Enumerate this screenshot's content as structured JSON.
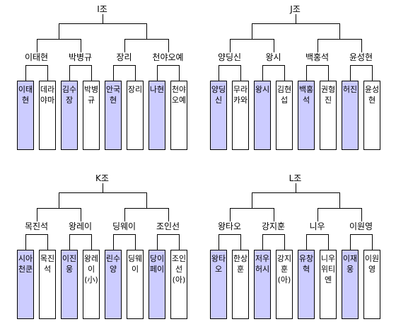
{
  "groups": [
    {
      "title": "I조",
      "semifinals": [
        {
          "winner": "이태현",
          "players": [
            {
              "name": "이태현",
              "winner": true
            },
            {
              "name": "데라야마",
              "winner": false
            }
          ]
        },
        {
          "winner": "박병규",
          "players": [
            {
              "name": "김수장",
              "winner": true
            },
            {
              "name": "박병규",
              "winner": false
            }
          ]
        },
        {
          "winner": "장리",
          "players": [
            {
              "name": "안국현",
              "winner": true
            },
            {
              "name": "장리",
              "winner": false
            }
          ]
        },
        {
          "winner": "천야오예",
          "players": [
            {
              "name": "나현",
              "winner": true
            },
            {
              "name": "천야오예",
              "winner": false
            }
          ]
        }
      ]
    },
    {
      "title": "J조",
      "semifinals": [
        {
          "winner": "양딩신",
          "players": [
            {
              "name": "양딩신",
              "winner": true
            },
            {
              "name": "무라카와",
              "winner": false
            }
          ]
        },
        {
          "winner": "왕시",
          "players": [
            {
              "name": "왕시",
              "winner": true
            },
            {
              "name": "김현섭",
              "winner": false
            }
          ]
        },
        {
          "winner": "백홍석",
          "players": [
            {
              "name": "백홍석",
              "winner": true
            },
            {
              "name": "권형진",
              "winner": false
            }
          ]
        },
        {
          "winner": "윤성현",
          "players": [
            {
              "name": "허진",
              "winner": true
            },
            {
              "name": "윤성현",
              "winner": false
            }
          ]
        }
      ]
    },
    {
      "title": "K조",
      "semifinals": [
        {
          "winner": "목진석",
          "players": [
            {
              "name": "시아천쿤",
              "winner": true
            },
            {
              "name": "목진석",
              "winner": false
            }
          ]
        },
        {
          "winner": "왕레이",
          "players": [
            {
              "name": "이진웅",
              "winner": true
            },
            {
              "name": "왕레이(小)",
              "winner": false
            }
          ]
        },
        {
          "winner": "딩웨이",
          "players": [
            {
              "name": "린수양",
              "winner": true
            },
            {
              "name": "딩웨이",
              "winner": false
            }
          ]
        },
        {
          "winner": "조인선",
          "players": [
            {
              "name": "당이페이",
              "winner": true
            },
            {
              "name": "조인선(아)",
              "winner": false
            }
          ]
        }
      ]
    },
    {
      "title": "L조",
      "semifinals": [
        {
          "winner": "왕타오",
          "players": [
            {
              "name": "왕타오",
              "winner": true
            },
            {
              "name": "한상훈",
              "winner": false
            }
          ]
        },
        {
          "winner": "강지훈",
          "players": [
            {
              "name": "저우허시",
              "winner": true
            },
            {
              "name": "강지훈(아)",
              "winner": false
            }
          ]
        },
        {
          "winner": "니우",
          "players": [
            {
              "name": "유창혁",
              "winner": true
            },
            {
              "name": "니우위티엔",
              "winner": false
            }
          ]
        },
        {
          "winner": "이원영",
          "players": [
            {
              "name": "이재웅",
              "winner": true
            },
            {
              "name": "이원영",
              "winner": false
            }
          ]
        }
      ]
    }
  ],
  "colors": {
    "winner_fill": "#ccccff",
    "loser_fill": "#ffffff",
    "line": "#000000"
  }
}
